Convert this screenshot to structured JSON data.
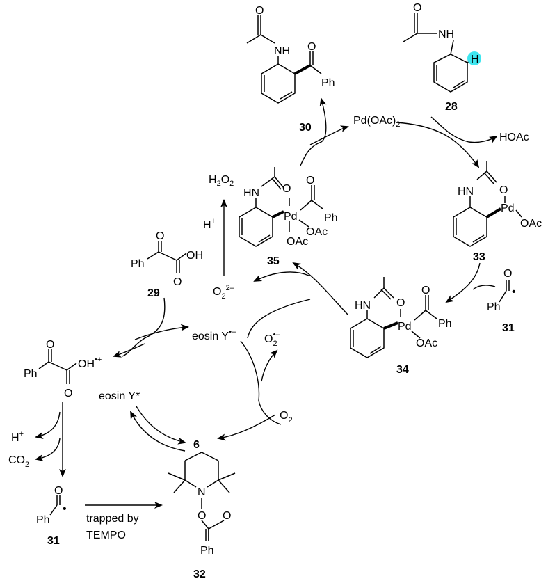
{
  "colors": {
    "highlight": "#3ee6ef",
    "ink": "#000000",
    "background": "#ffffff"
  },
  "compounds": {
    "c28": {
      "number": "28",
      "nh": "NH",
      "o": "O",
      "h": "H"
    },
    "c30": {
      "number": "30",
      "nh": "NH",
      "o": "O",
      "o2": "O",
      "ph": "Ph"
    },
    "c33": {
      "number": "33",
      "hn": "HN",
      "o": "O",
      "pd": "Pd",
      "oac": "OAc"
    },
    "c34": {
      "number": "34",
      "hn": "HN",
      "o": "O",
      "pd": "Pd",
      "ph": "Ph",
      "oac": "OAc",
      "o2": "O"
    },
    "c35": {
      "number": "35",
      "hn": "HN",
      "o": "O",
      "pd": "Pd",
      "ph": "Ph",
      "oac1": "OAc",
      "oac2": "OAc",
      "o2": "O"
    },
    "c29": {
      "number": "29",
      "ph": "Ph",
      "o1": "O",
      "oh": "OH",
      "o2": "O"
    },
    "radicalcation": {
      "ph": "Ph",
      "o1": "O",
      "oh": "OH",
      "charge": "•+",
      "o2": "O"
    },
    "acyl_right": {
      "number": "31",
      "ph": "Ph",
      "o": "O",
      "dot": "•"
    },
    "acyl_left": {
      "number": "31",
      "ph": "Ph",
      "o": "O",
      "dot": "•"
    },
    "c32": {
      "number": "32",
      "n": "N",
      "o1": "O",
      "o2": "O",
      "ph": "Ph"
    }
  },
  "species": {
    "pd_oac2": {
      "main": "Pd(OAc)",
      "sub": "2"
    },
    "hoac": "HOAc",
    "h2o2": {
      "h": "H",
      "sub": "2",
      "o": "O",
      "sub2": "2"
    },
    "h_plus_top": {
      "h": "H",
      "sup": "+"
    },
    "o2_dianion": {
      "o": "O",
      "sub": "2",
      "sup": "2–"
    },
    "superoxide": {
      "o": "O",
      "sub": "2",
      "sup": "•–"
    },
    "o2": {
      "o": "O",
      "sub": "2"
    },
    "eosin_radical": {
      "main": "eosin Y",
      "sup": "•–"
    },
    "eosin_excited": "eosin Y*",
    "catalyst_6": "6",
    "h_plus_left": {
      "h": "H",
      "sup": "+"
    },
    "co2": {
      "c": "CO",
      "sub": "2"
    },
    "trap_note": [
      "trapped by",
      "TEMPO"
    ]
  }
}
